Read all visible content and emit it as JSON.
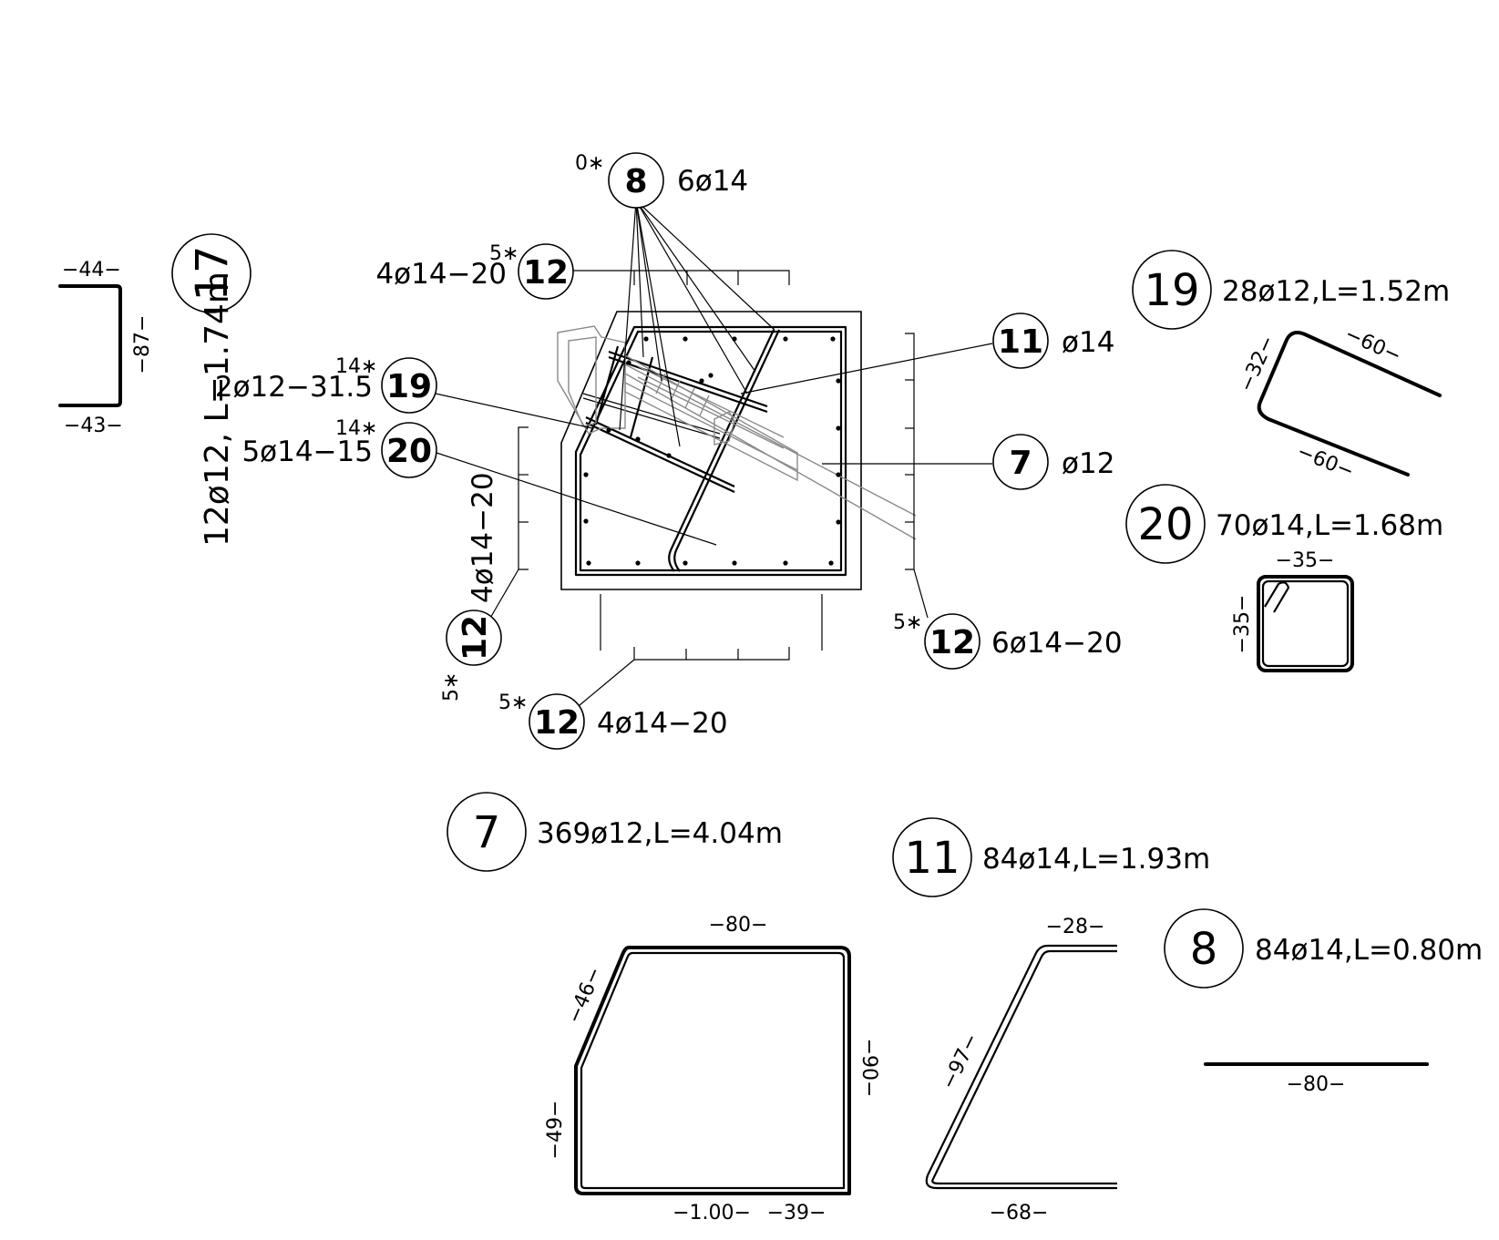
{
  "section": {
    "callouts": [
      {
        "id": "callout-8-top",
        "mark": "8",
        "text": "6ø14",
        "star": "0∗"
      },
      {
        "id": "callout-12-top",
        "mark": "12",
        "text": "4ø14−20",
        "star": "5∗"
      },
      {
        "id": "callout-19-left",
        "mark": "19",
        "text": "2ø12−31.5",
        "star": "14∗"
      },
      {
        "id": "callout-20-left",
        "mark": "20",
        "text": "5ø14−15",
        "star": "14∗"
      },
      {
        "id": "callout-11-right",
        "mark": "11",
        "text": "ø14"
      },
      {
        "id": "callout-7-right",
        "mark": "7",
        "text": "ø12"
      },
      {
        "id": "callout-12-left",
        "mark": "12",
        "text": "4ø14−20",
        "star": "5∗"
      },
      {
        "id": "callout-12-right",
        "mark": "12",
        "text": "6ø14−20",
        "star": "5∗"
      },
      {
        "id": "callout-12-bottom",
        "mark": "12",
        "text": "4ø14−20",
        "star": "5∗"
      }
    ]
  },
  "bars": {
    "b17": {
      "mark": "17",
      "spec": "12ø12, L=1.74m",
      "dims": [
        "−44−",
        "−87−",
        "−43−"
      ]
    },
    "b19": {
      "mark": "19",
      "spec": "28ø12,L=1.52m",
      "dims": [
        "−32−",
        "−60−",
        "−60−"
      ]
    },
    "b20": {
      "mark": "20",
      "spec": "70ø14,L=1.68m",
      "dims": [
        "−35−",
        "−35−"
      ]
    },
    "b7": {
      "mark": "7",
      "spec": "369ø12,L=4.04m",
      "dims": [
        "−80−",
        "−46−",
        "−90−",
        "−49−",
        "−1.00−",
        "−39−"
      ]
    },
    "b11": {
      "mark": "11",
      "spec": "84ø14,L=1.93m",
      "dims": [
        "−28−",
        "−97−",
        "−68−"
      ]
    },
    "b8": {
      "mark": "8",
      "spec": "84ø14,L=0.80m",
      "dims": [
        "−80−"
      ]
    }
  }
}
